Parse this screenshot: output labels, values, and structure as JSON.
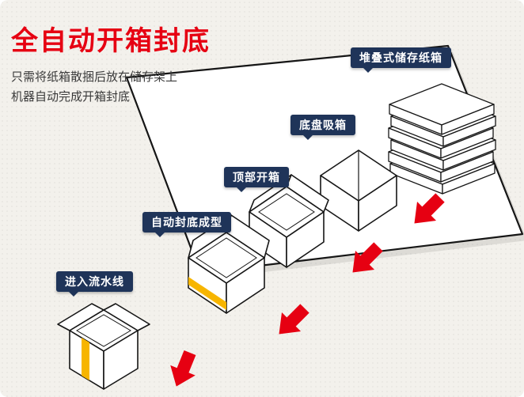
{
  "header": {
    "title": "全自动开箱封底",
    "subtitle_line1": "只需将纸箱散捆后放在储存架上",
    "subtitle_line2": "机器自动完成开箱封底"
  },
  "labels": [
    {
      "text": "堆叠式储存纸箱"
    },
    {
      "text": "底盘吸箱"
    },
    {
      "text": "顶部开箱"
    },
    {
      "text": "自动封底成型"
    },
    {
      "text": "进入流水线"
    }
  ],
  "colors": {
    "bg": "#f3f1ec",
    "title_red": "#e60012",
    "label_bg": "#1f3459",
    "arrow_red": "#e60012",
    "tape_yellow": "#f7b500",
    "line_color": "#161616"
  }
}
